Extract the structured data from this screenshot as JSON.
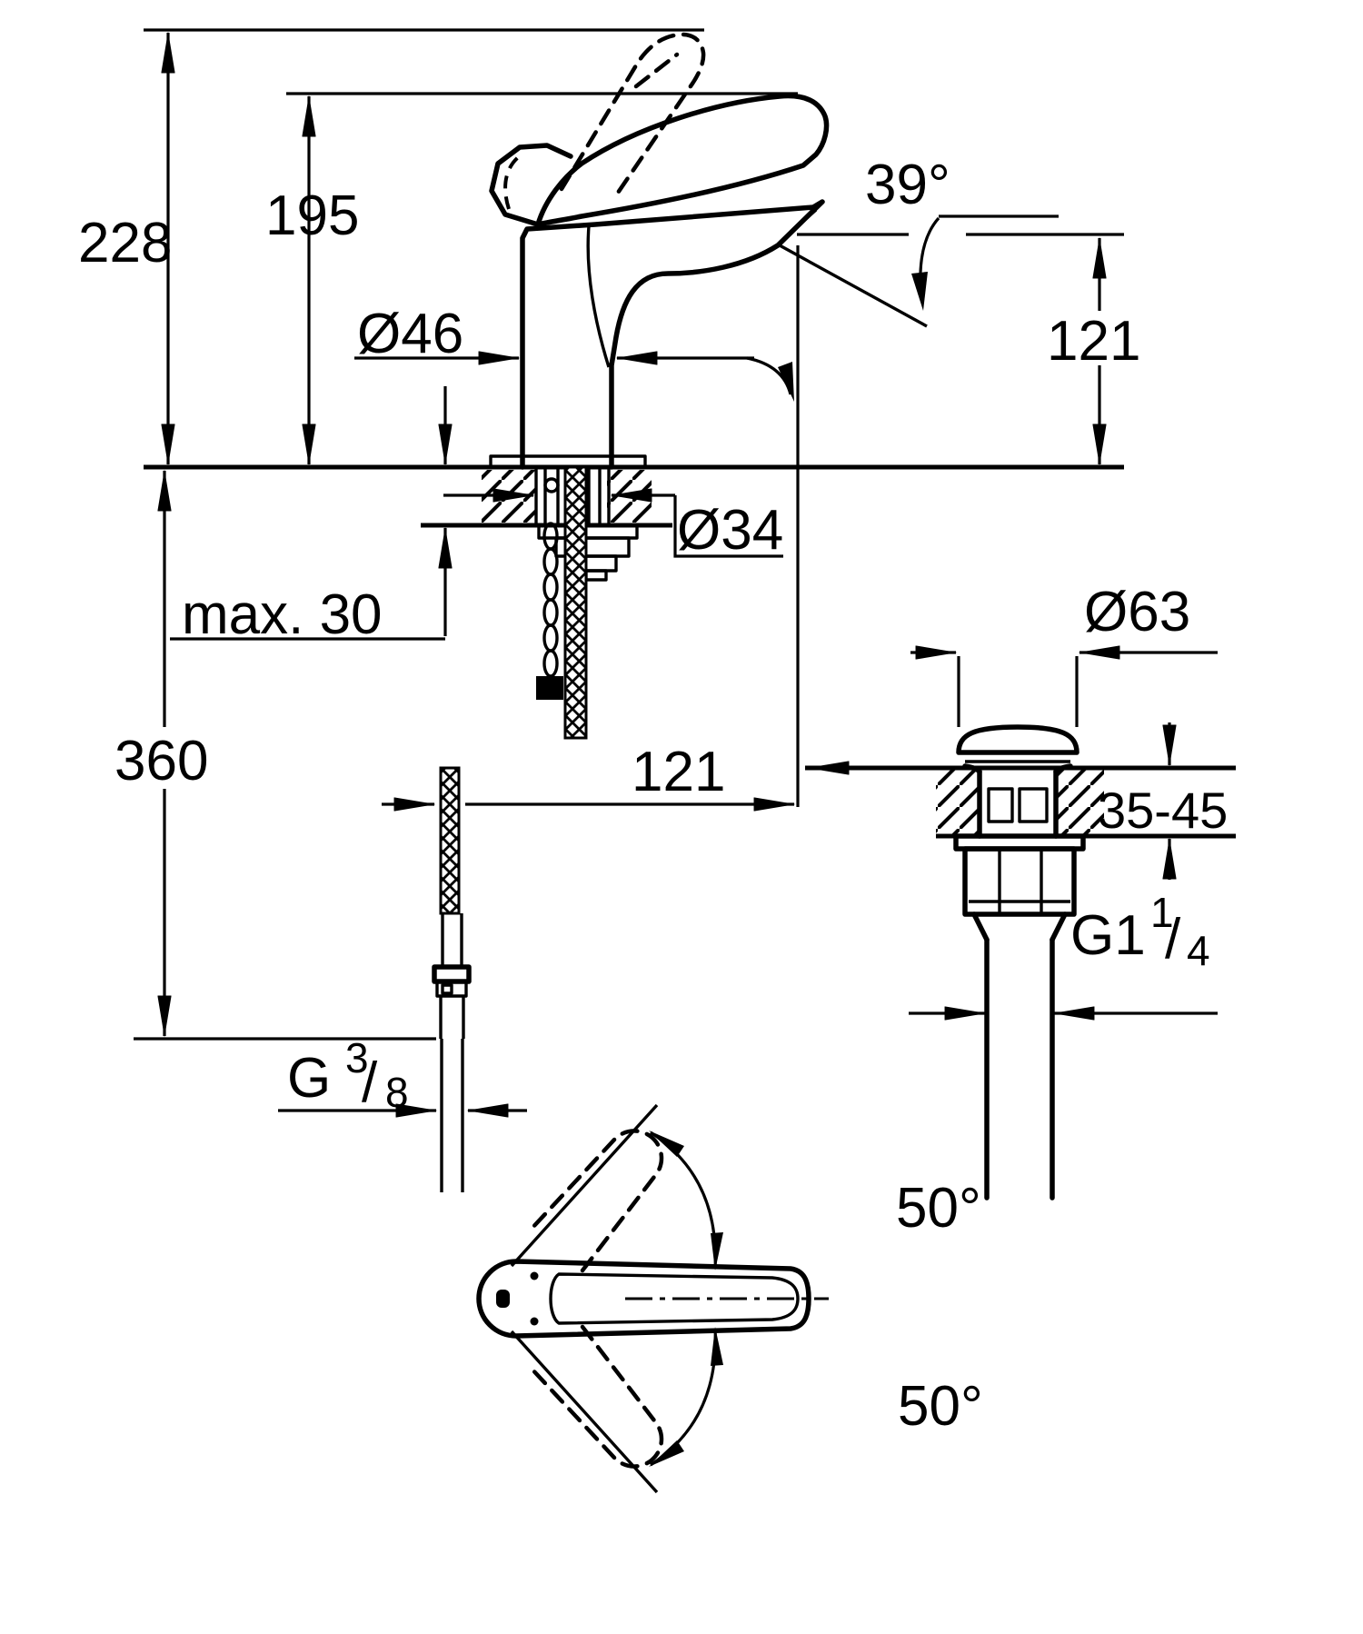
{
  "drawing": {
    "background": "#ffffff",
    "ink": "#000000",
    "faucet_view": {
      "height_open_lever": "228",
      "height_closed_lever": "195",
      "body_diameter": "Ø46",
      "spout_angle": "39°",
      "outlet_height": "121",
      "shank_diameter": "Ø34",
      "max_deck_thickness": "max. 30",
      "hose_length": "360",
      "spout_reach": "121",
      "supply_thread": {
        "base": "G",
        "numerator": "3",
        "slash": "/",
        "denominator": "8"
      }
    },
    "waste_view": {
      "flange_diameter": "Ø63",
      "deck_thickness_range": "35-45",
      "waste_thread": {
        "base": "G1",
        "numerator": "1",
        "slash": "/",
        "denominator": "4"
      }
    },
    "handle_view": {
      "swing_up": "50°",
      "swing_down": "50°"
    }
  }
}
